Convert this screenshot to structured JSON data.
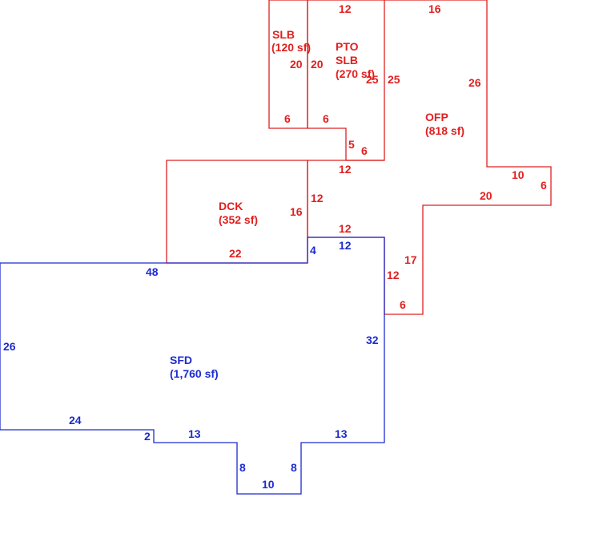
{
  "colors": {
    "addition": "#e02020",
    "main": "#1c2bd0",
    "background": "#ffffff"
  },
  "areas": {
    "slb1": {
      "name": "SLB",
      "area": "(120 sf)"
    },
    "pto": {
      "name": "PTO",
      "sub": "SLB",
      "area": "(270 sf)"
    },
    "ofp": {
      "name": "OFP",
      "area": "(818 sf)"
    },
    "dck": {
      "name": "DCK",
      "area": "(352 sf)"
    },
    "sfd": {
      "name": "SFD",
      "area": "(1,760 sf)"
    }
  },
  "dims_red": [
    "12",
    "16",
    "20",
    "20",
    "25",
    "25",
    "26",
    "6",
    "6",
    "5",
    "6",
    "12",
    "10",
    "6",
    "20",
    "12",
    "16",
    "12",
    "22",
    "17",
    "12",
    "6"
  ],
  "dims_blue": [
    "4",
    "12",
    "48",
    "26",
    "32",
    "24",
    "2",
    "13",
    "13",
    "8",
    "8",
    "10"
  ]
}
